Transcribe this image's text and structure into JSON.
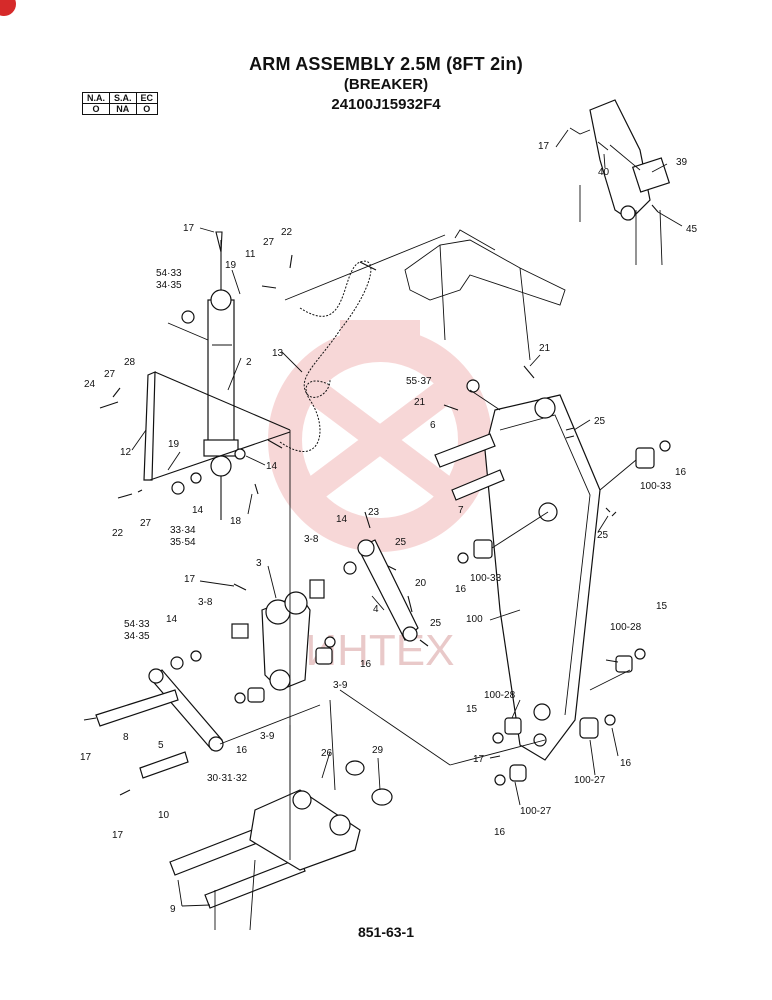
{
  "title": {
    "line1": "ARM ASSEMBLY 2.5M (8FT 2in)",
    "line2": "(BREAKER)",
    "line3": "24100J15932F4"
  },
  "legend": {
    "headers": [
      "N.A.",
      "S.A.",
      "EC"
    ],
    "values": [
      "O",
      "NA",
      "O"
    ]
  },
  "watermark": "ИНТЕХ",
  "footer": "851-63-1",
  "callouts": [
    "17",
    "22",
    "27",
    "11",
    "19",
    "54·33",
    "34·35",
    "28",
    "27",
    "24",
    "2",
    "13",
    "12",
    "19",
    "14",
    "18",
    "22",
    "27",
    "14",
    "33·34",
    "35·54",
    "21",
    "55·37",
    "21",
    "25",
    "6",
    "7",
    "16",
    "100-33",
    "25",
    "100-33",
    "16",
    "23",
    "14",
    "25",
    "3-8",
    "3",
    "17",
    "20",
    "4",
    "25",
    "3-8",
    "14",
    "54·33",
    "34·35",
    "16",
    "100",
    "15",
    "100-28",
    "3-9",
    "8",
    "5",
    "16",
    "3-9",
    "17",
    "100-28",
    "15",
    "17",
    "30·31·32",
    "26",
    "29",
    "16",
    "100-27",
    "100-27",
    "10",
    "17",
    "16",
    "9",
    "17",
    "40",
    "39",
    "45"
  ],
  "colors": {
    "accent": "#d62a2a",
    "ink": "#111111",
    "watermark": "#f2b8b8"
  }
}
